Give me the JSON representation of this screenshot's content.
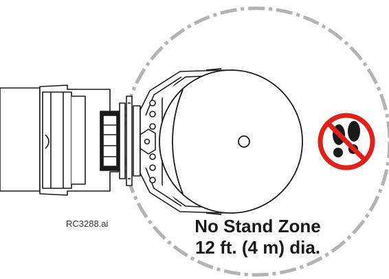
{
  "diagram": {
    "file_label": "RC3288.ai",
    "zone_title": "No Stand Zone",
    "zone_diameter": "12 ft. (4 m) dia.",
    "icons": [
      "no-standing-icon",
      "footprints-icon"
    ],
    "colors": {
      "zone_dash": "#b3b3b3",
      "prohibition_red": "#e0201b",
      "line": "#1a1a1a"
    }
  }
}
